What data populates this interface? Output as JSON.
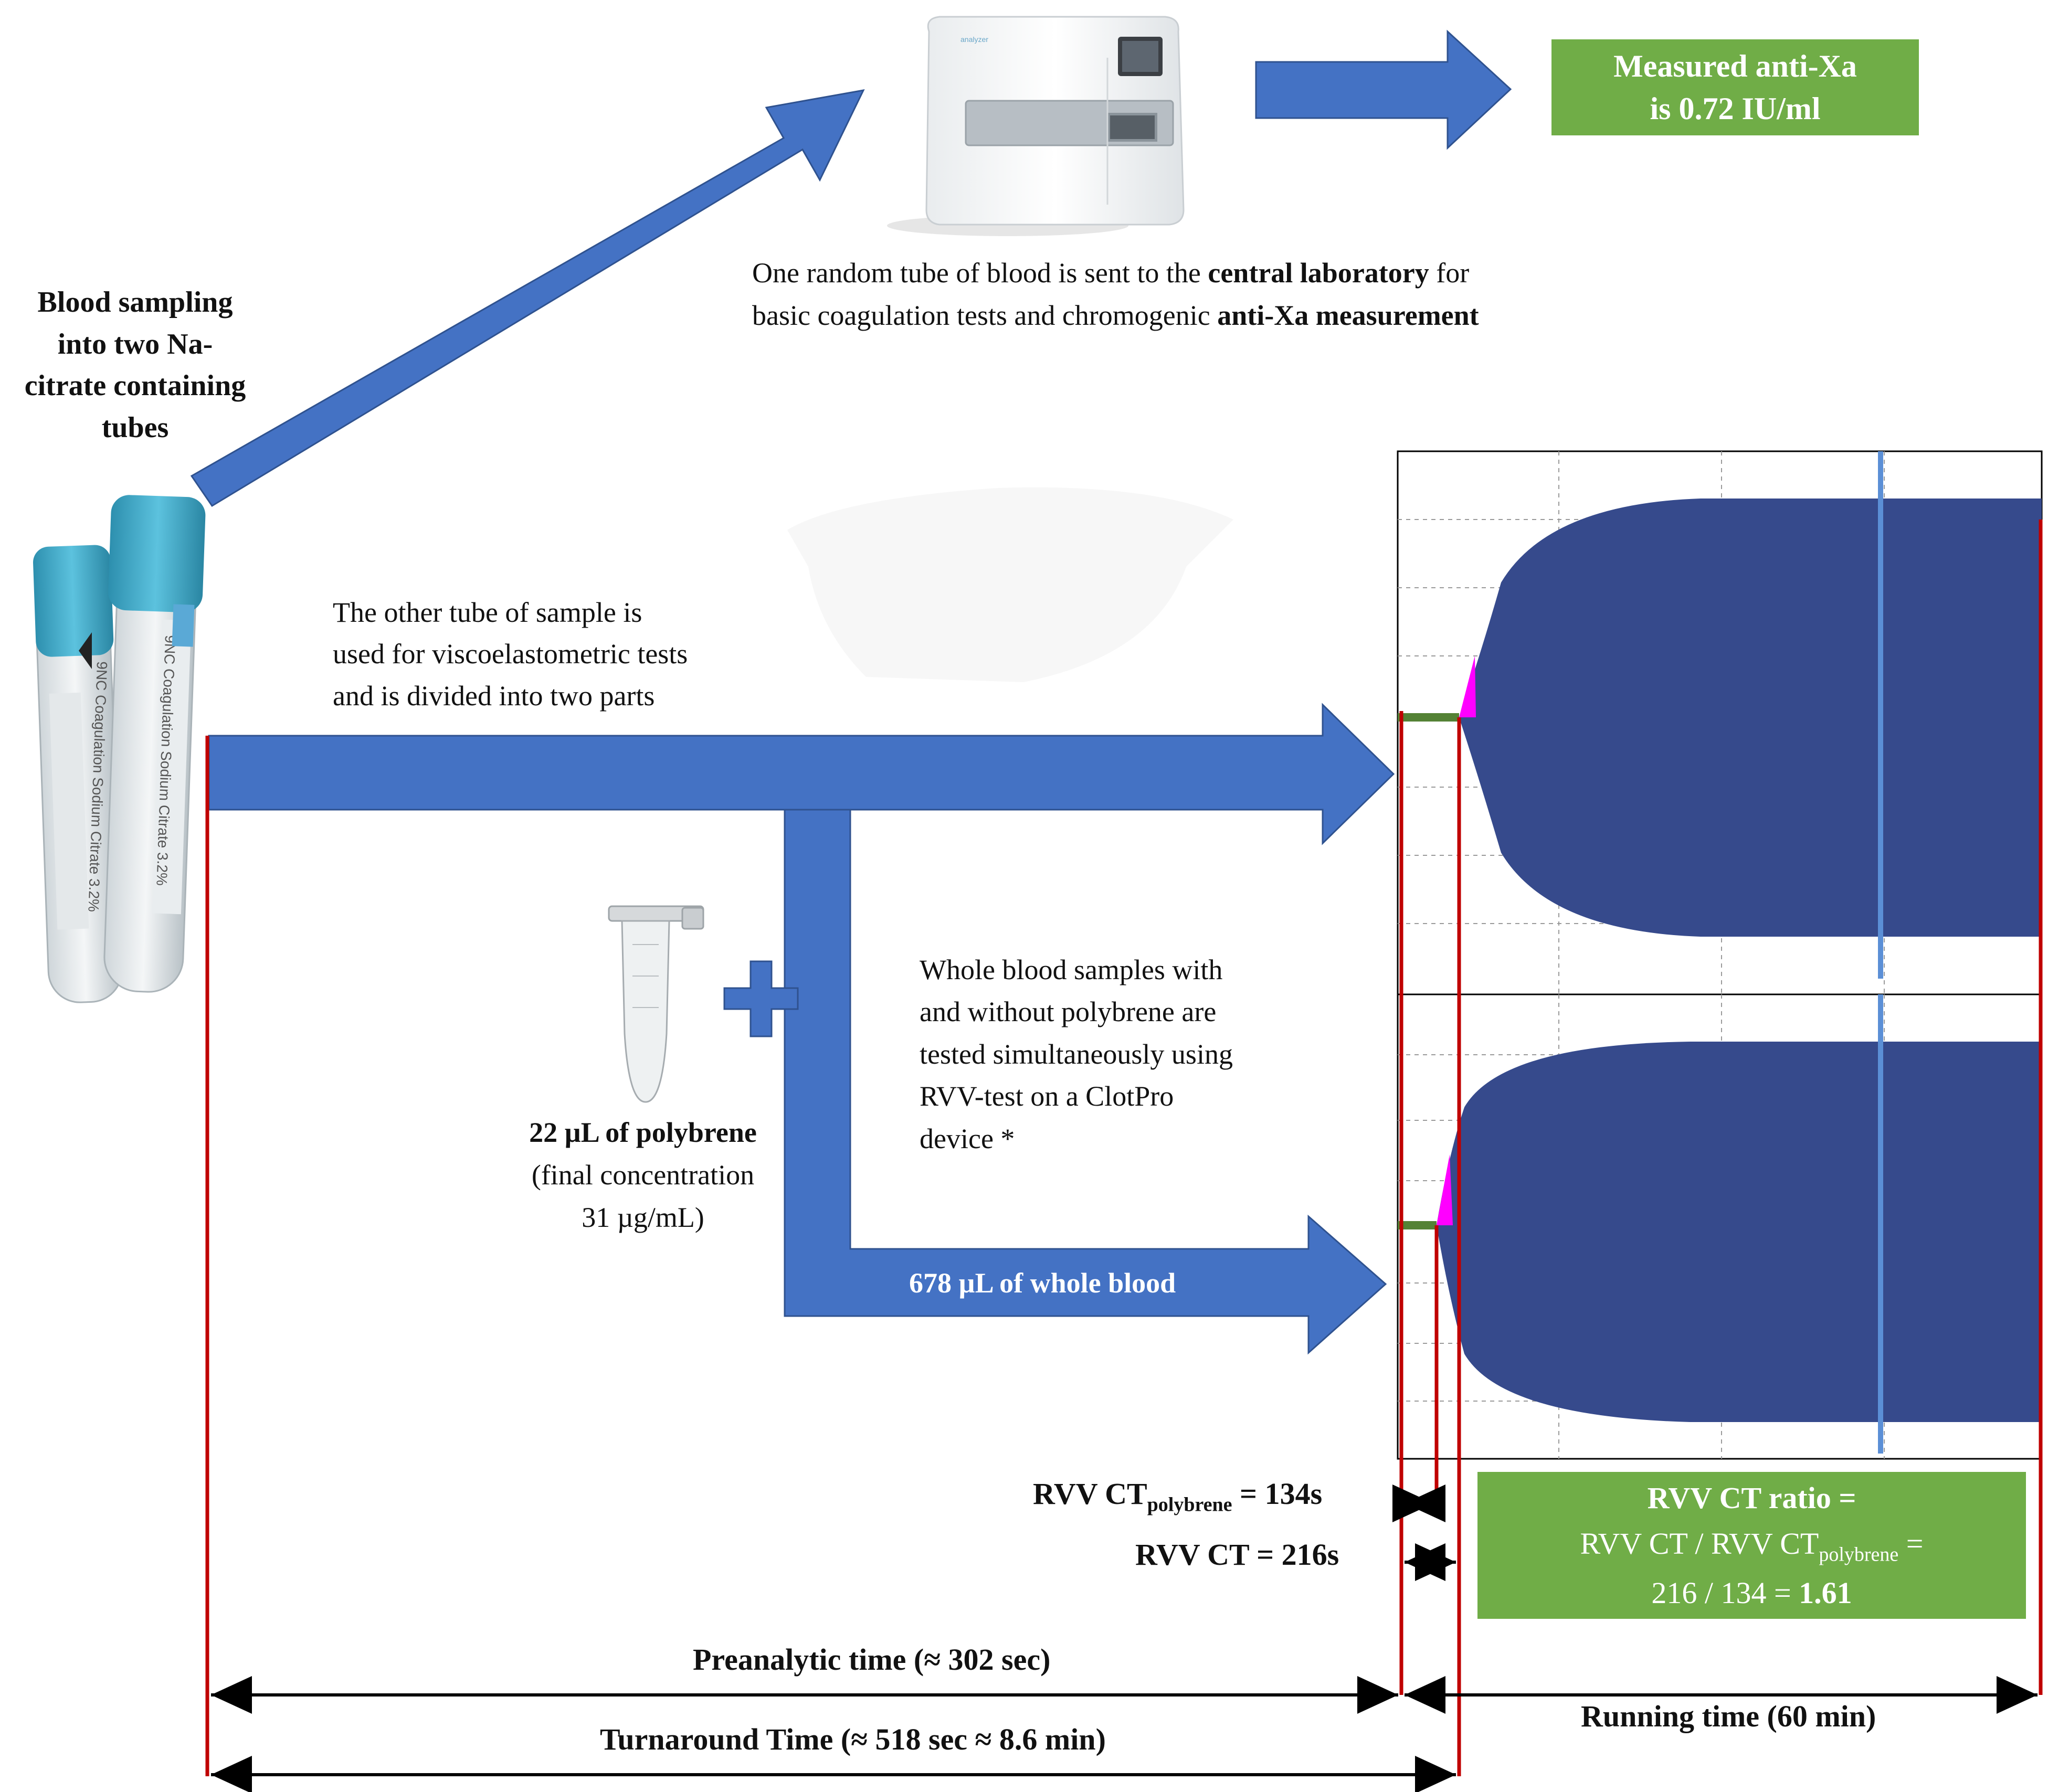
{
  "lab_result": {
    "line1": "Measured anti-Xa",
    "line2_prefix": "is ",
    "line2_value": "0.72 IU/ml"
  },
  "central_lab": {
    "line1_a": "One random tube of blood is sent to the ",
    "line1_bold": "central laboratory",
    "line1_b": " for",
    "line2_a": "basic coagulation tests and chromogenic ",
    "line2_bold": "anti-Xa measurement"
  },
  "blood_sampling": {
    "line1": "Blood sampling",
    "line2": "into two Na-",
    "line3": "citrate containing",
    "line4": "tubes"
  },
  "other_tube": {
    "line1": "The other tube of sample is",
    "line2": "used for viscoelastometric tests",
    "line3": "and is divided into two parts"
  },
  "polybrene": {
    "label": "22 µL of polybrene",
    "line2": "(final concentration",
    "line3": "31 µg/mL)"
  },
  "whole_blood_arrow_label": "678 µL of whole blood",
  "simultaneous": {
    "line1": "Whole blood samples with",
    "line2": "and without polybrene are",
    "line3": "tested simultaneously using",
    "line4": "RVV-test on a ClotPro",
    "line5": "device *"
  },
  "ct_labels": {
    "ct_poly_prefix": "RVV CT",
    "ct_poly_sub": "polybrene",
    "ct_poly_value": " = 134s",
    "ct_value": "RVV CT = 216s"
  },
  "ratio_box": {
    "title": "RVV CT ratio =",
    "line2_a": "RVV CT / RVV CT",
    "line2_sub": "polybrene",
    "line2_b": " =",
    "line3_a": "216 / 134 = ",
    "line3_bold": "1.61"
  },
  "timeline": {
    "preanalytic": "Preanalytic time (≈ 302 sec)",
    "running": "Running time (60 min)",
    "turnaround": "Turnaround Time (≈ 518 sec ≈ 8.6 min)"
  },
  "colors": {
    "arrow_blue": "#4472c4",
    "arrow_edge": "#2f528f",
    "curve_navy": "#364a8c",
    "green": "#70ad47",
    "red_line": "#c00000",
    "magenta": "#ff00ff",
    "ct_green": "#548235",
    "light_blue_line": "#5b8fd6"
  },
  "icons": [
    "analyzer-device-image",
    "blood-tube-image",
    "eppendorf-tube-image",
    "plus-icon"
  ]
}
